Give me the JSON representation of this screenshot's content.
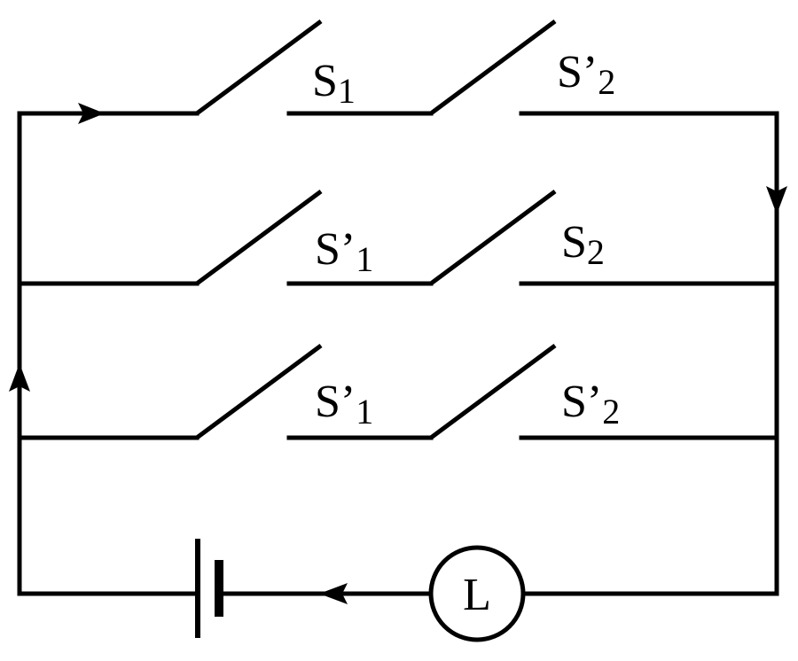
{
  "diagram": {
    "rows": [
      {
        "left_switch": {
          "letter": "S",
          "prime": "",
          "sub": "1"
        },
        "right_switch": {
          "letter": "S",
          "prime": "’",
          "sub": "2"
        }
      },
      {
        "left_switch": {
          "letter": "S",
          "prime": "’",
          "sub": "1"
        },
        "right_switch": {
          "letter": "S",
          "prime": "",
          "sub": "2"
        }
      },
      {
        "left_switch": {
          "letter": "S",
          "prime": "’",
          "sub": "1"
        },
        "right_switch": {
          "letter": "S",
          "prime": "’",
          "sub": "2"
        }
      }
    ],
    "lamp_label": "L"
  }
}
